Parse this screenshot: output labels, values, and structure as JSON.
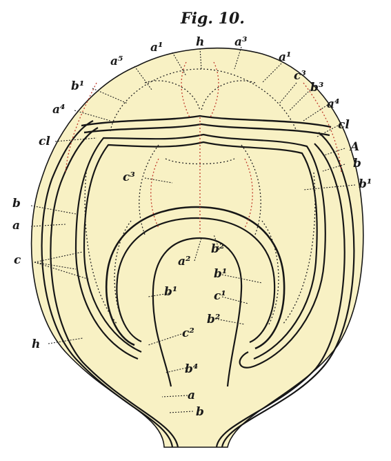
{
  "figure": {
    "title": "Fig. 10.",
    "colors": {
      "background": "#ffffff",
      "fill": "#f8f1c4",
      "outline": "#161616",
      "dotted_black": "#222222",
      "dotted_red": "#c0392b"
    },
    "labels": {
      "h_top": "h",
      "a5": "a⁵",
      "a1_top": "a¹",
      "a3": "a³",
      "a1_right": "a¹",
      "b1_left": "b¹",
      "c3_right": "c³",
      "b3_right": "b³",
      "a4_left": "a⁴",
      "a4_right": "a⁴",
      "cl_left": "cl",
      "cl_right": "cl",
      "A": "A",
      "b_right": "b",
      "b1_right": "b¹",
      "c3_mid": "c³",
      "b_left": "b",
      "a_left": "a",
      "c_left": "c",
      "a2": "a²",
      "b2_top": "b²",
      "b1_inner_left": "b¹",
      "b1_inner_right": "b¹",
      "c1": "c¹",
      "b2_lower": "b²",
      "h_low": "h",
      "c2": "c²",
      "b4": "b⁴",
      "a_bottom": "a",
      "b_bottom": "b"
    }
  }
}
